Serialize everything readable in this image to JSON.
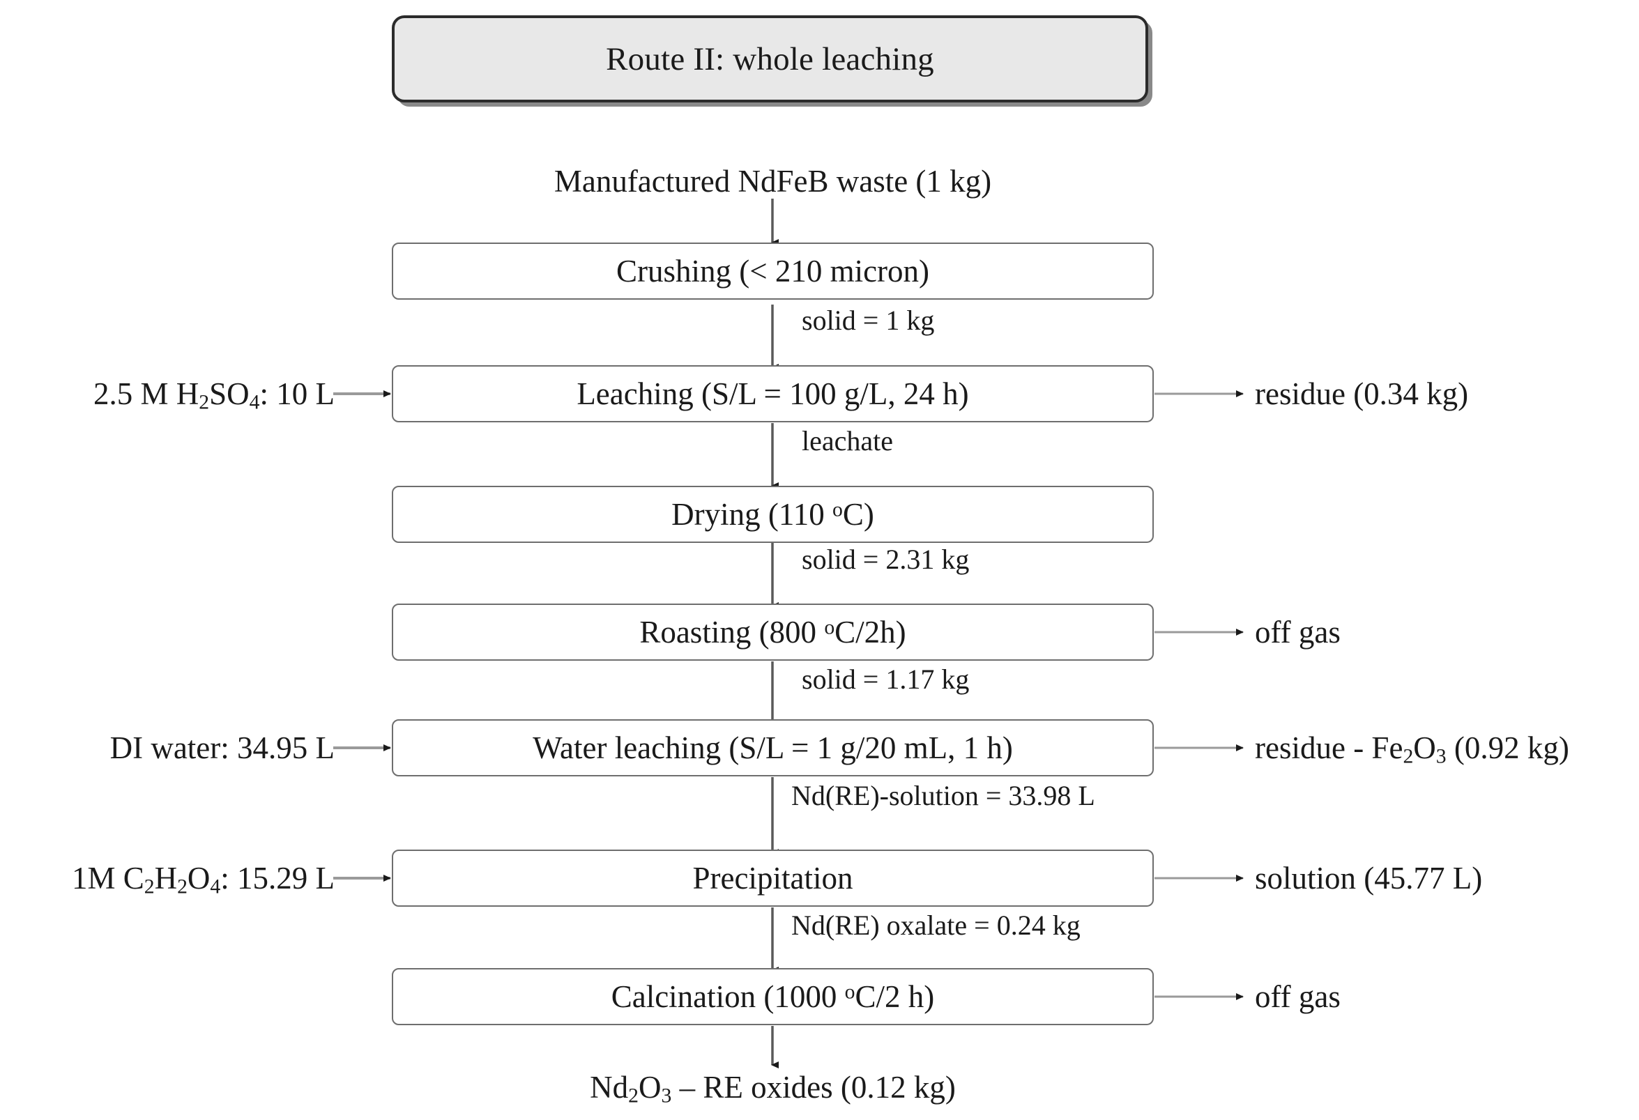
{
  "diagram": {
    "title": "Route II: whole leaching",
    "input_feed": "Manufactured NdFeB waste (1 kg)",
    "final_product": "Nd2O3 – RE oxides (0.12 kg)",
    "final_product_html": "Nd<sub>2</sub>O<sub>3</sub> &#8211; RE oxides (0.12 kg)",
    "steps": [
      {
        "id": "crushing",
        "label": "Crushing (< 210 micron)",
        "label_html": "Crushing (&lt; 210 micron)",
        "outflow_label": "solid  = 1 kg",
        "inputs": [],
        "outputs": []
      },
      {
        "id": "leaching",
        "label": "Leaching (S/L = 100 g/L, 24 h)",
        "label_html": "Leaching (S/L = 100 g/L, 24 h)",
        "outflow_label": "leachate",
        "inputs": [
          {
            "label": "2.5 M H2SO4: 10 L",
            "label_html": "2.5 M H<sub>2</sub>SO<sub>4</sub>: 10 L"
          }
        ],
        "outputs": [
          {
            "label": "residue (0.34 kg)",
            "label_html": "residue (0.34 kg)"
          }
        ]
      },
      {
        "id": "drying",
        "label": "Drying (110 oC)",
        "label_html": "Drying (110 <sup>o</sup>C)",
        "outflow_label": "solid = 2.31 kg",
        "inputs": [],
        "outputs": []
      },
      {
        "id": "roasting",
        "label": "Roasting (800 oC/2h)",
        "label_html": "Roasting (800 <sup>o</sup>C/2h)",
        "outflow_label": "solid = 1.17 kg",
        "inputs": [],
        "outputs": [
          {
            "label": "off gas",
            "label_html": "off gas"
          }
        ]
      },
      {
        "id": "water-leaching",
        "label": "Water leaching (S/L = 1 g/20 mL, 1 h)",
        "label_html": "Water leaching (S/L = 1 g/20 mL, 1 h)",
        "outflow_label": "Nd(RE)-solution = 33.98 L",
        "inputs": [
          {
            "label": "DI water: 34.95 L",
            "label_html": "DI water: 34.95 L"
          }
        ],
        "outputs": [
          {
            "label": "residue - Fe2O3 (0.92 kg)",
            "label_html": "residue - Fe<sub>2</sub>O<sub>3</sub> (0.92 kg)"
          }
        ]
      },
      {
        "id": "precipitation",
        "label": "Precipitation",
        "label_html": "Precipitation",
        "outflow_label": "Nd(RE) oxalate = 0.24 kg",
        "inputs": [
          {
            "label": "1M C2H2O4: 15.29 L",
            "label_html": "1M C<sub>2</sub>H<sub>2</sub>O<sub>4</sub>: 15.29 L"
          }
        ],
        "outputs": [
          {
            "label": "solution (45.77 L)",
            "label_html": "solution (45.77 L)"
          }
        ]
      },
      {
        "id": "calcination",
        "label": "Calcination (1000 oC/2 h)",
        "label_html": "Calcination (1000 <sup>o</sup>C/2 h)",
        "outflow_label": "",
        "inputs": [],
        "outputs": [
          {
            "label": "off gas",
            "label_html": "off gas"
          }
        ]
      }
    ],
    "colors": {
      "title_fill": "#e8e8e8",
      "title_border": "#2b2b2b",
      "box_border": "#6e6e6e",
      "box_fill": "#ffffff",
      "wire": "#8a8a8a",
      "arrowhead": "#1a1a1a",
      "text": "#1a1a1a"
    }
  }
}
